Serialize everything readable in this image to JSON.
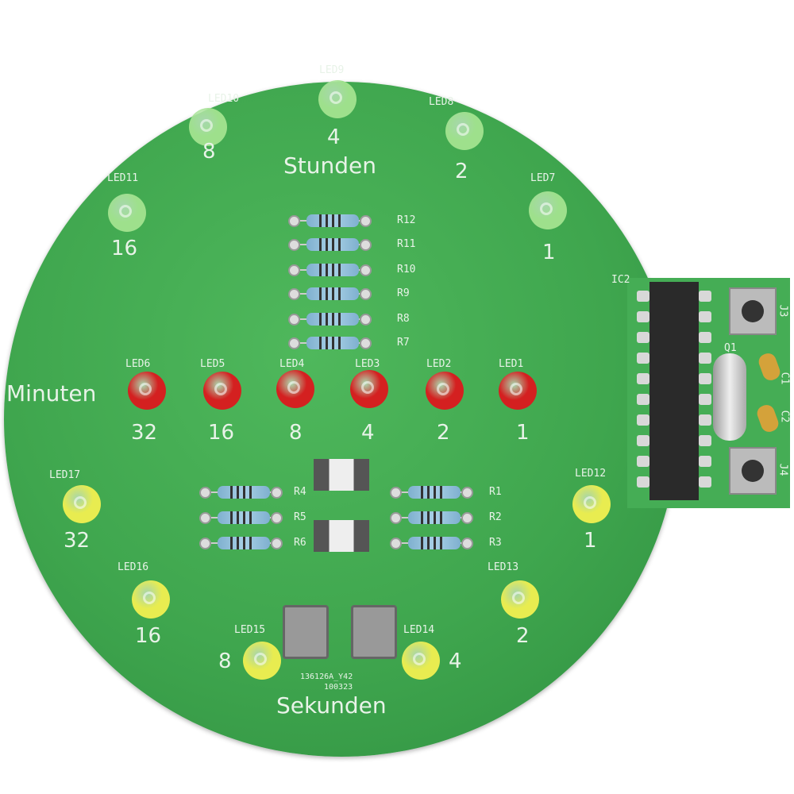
{
  "board": {
    "group_labels": {
      "hours": "Stunden",
      "minutes": "Minuten",
      "seconds": "Sekunden"
    },
    "chip_label": "IC2",
    "board_code": [
      "136126A_Y42",
      "100323"
    ],
    "component_labels": {
      "buttons": [
        "J3",
        "J4"
      ],
      "crystal": "Q1",
      "capacitors": [
        "C1",
        "C2"
      ]
    },
    "colors": {
      "pcb": "#3fa64e",
      "hours_led": "#9ee08c",
      "minutes_led": "#d42020",
      "seconds_led": "#e8ec50",
      "silkscreen": "#e8f3e8"
    },
    "hour_leds": [
      {
        "label": "LED11",
        "value": "16"
      },
      {
        "label": "LED10",
        "value": "8"
      },
      {
        "label": "LED9",
        "value": "4"
      },
      {
        "label": "LED8",
        "value": "2"
      },
      {
        "label": "LED7",
        "value": "1"
      }
    ],
    "minute_leds": [
      {
        "label": "LED6",
        "value": "32"
      },
      {
        "label": "LED5",
        "value": "16"
      },
      {
        "label": "LED4",
        "value": "8"
      },
      {
        "label": "LED3",
        "value": "4"
      },
      {
        "label": "LED2",
        "value": "2"
      },
      {
        "label": "LED1",
        "value": "1"
      }
    ],
    "second_leds": [
      {
        "label": "LED17",
        "value": "32"
      },
      {
        "label": "LED16",
        "value": "16"
      },
      {
        "label": "LED15",
        "value": "8"
      },
      {
        "label": "LED14",
        "value": "4"
      },
      {
        "label": "LED13",
        "value": "2"
      },
      {
        "label": "LED12",
        "value": "1"
      }
    ],
    "resistors_top": [
      "R12",
      "R11",
      "R10",
      "R9",
      "R8",
      "R7"
    ],
    "resistors_left": [
      "R4",
      "R5",
      "R6"
    ],
    "resistors_right": [
      "R1",
      "R2",
      "R3"
    ]
  }
}
